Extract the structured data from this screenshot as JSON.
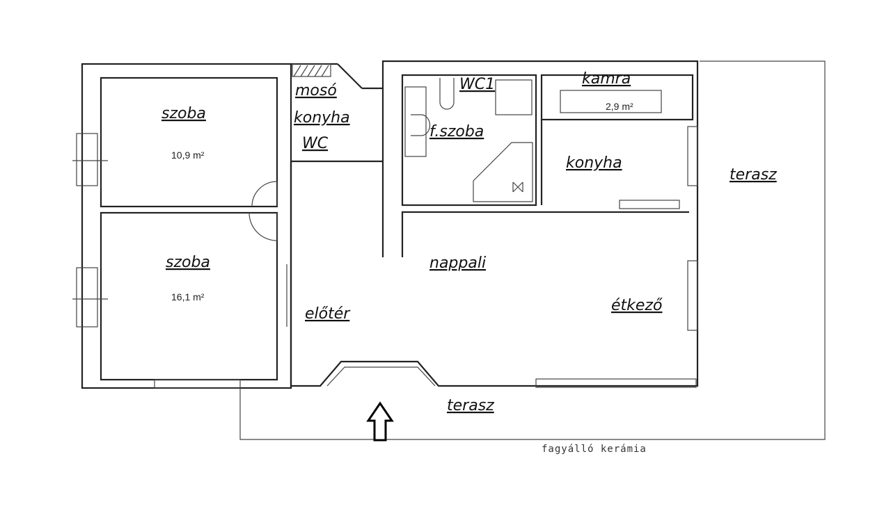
{
  "rooms": {
    "szoba1": {
      "label": "szoba",
      "area": "10,9 m²"
    },
    "szoba2": {
      "label": "szoba",
      "area": "16,1 m²"
    },
    "moso": {
      "label": "mosó"
    },
    "konyha_small": {
      "label": "konyha"
    },
    "wc": {
      "label": "WC"
    },
    "wc1": {
      "label": "WC1"
    },
    "fszoba": {
      "label": "f.szoba"
    },
    "kamra": {
      "label": "kamra",
      "area": "2,9 m²"
    },
    "konyha": {
      "label": "konyha"
    },
    "terasz_right": {
      "label": "terasz"
    },
    "nappali": {
      "label": "nappali"
    },
    "eloter": {
      "label": "előtér"
    },
    "etkezo": {
      "label": "étkező"
    },
    "terasz_front": {
      "label": "terasz"
    }
  },
  "note": "fagyálló kerámia"
}
